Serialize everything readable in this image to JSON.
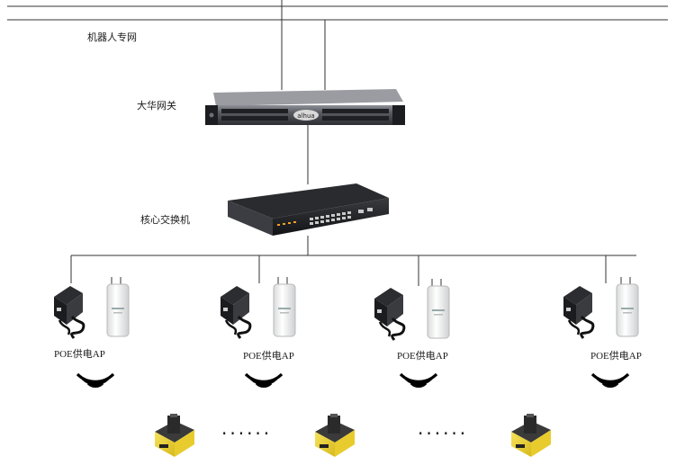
{
  "diagram": {
    "network_label": "机器人专网",
    "gateway_label": "大华网关",
    "switch_label": "核心交换机",
    "ap_label": "POE供电AP",
    "ellipsis": "······",
    "gateway_brand": "alhua"
  },
  "ap_nodes": [
    {
      "label": "POE供电AP"
    },
    {
      "label": "POE供电AP"
    },
    {
      "label": "POE供电AP"
    },
    {
      "label": "POE供电AP"
    }
  ]
}
